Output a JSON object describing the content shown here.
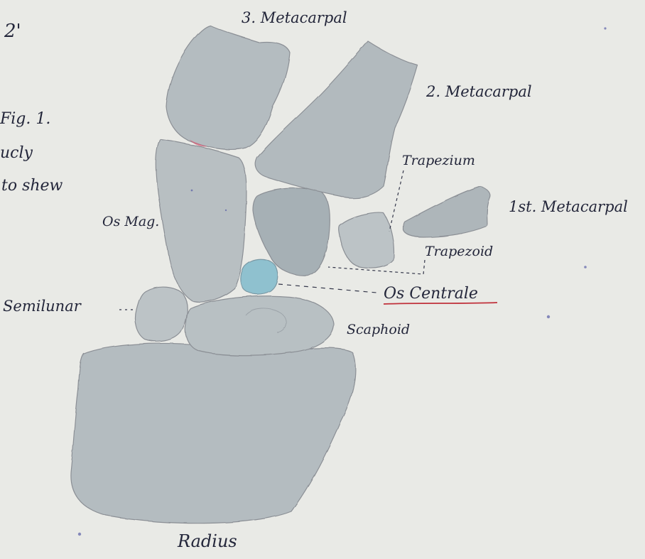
{
  "page": {
    "page_number": "2'",
    "figure_label": "Fig. 1."
  },
  "margin_fragments": [
    "ucly",
    "to shew"
  ],
  "labels": {
    "metacarpal_3": "3. Metacarpal",
    "metacarpal_2": "2. Metacarpal",
    "metacarpal_1": "1st. Metacarpal",
    "trapezium": "Trapezium",
    "trapezoid": "Trapezoid",
    "os_magnum": "Os Mag.",
    "os_centrale": "Os Centrale",
    "semilunar": "Semilunar",
    "scaphoid": "Scaphoid",
    "radius": "Radius"
  },
  "colors": {
    "paper": "#e9eae6",
    "bone_wash": "#b4bcc0",
    "bone_wash_dark": "#a4aeb3",
    "os_centrale_wash": "#8fc1cf",
    "ink": "#23263a",
    "pencil": "#8b8f95",
    "underline": "#c0303a"
  }
}
